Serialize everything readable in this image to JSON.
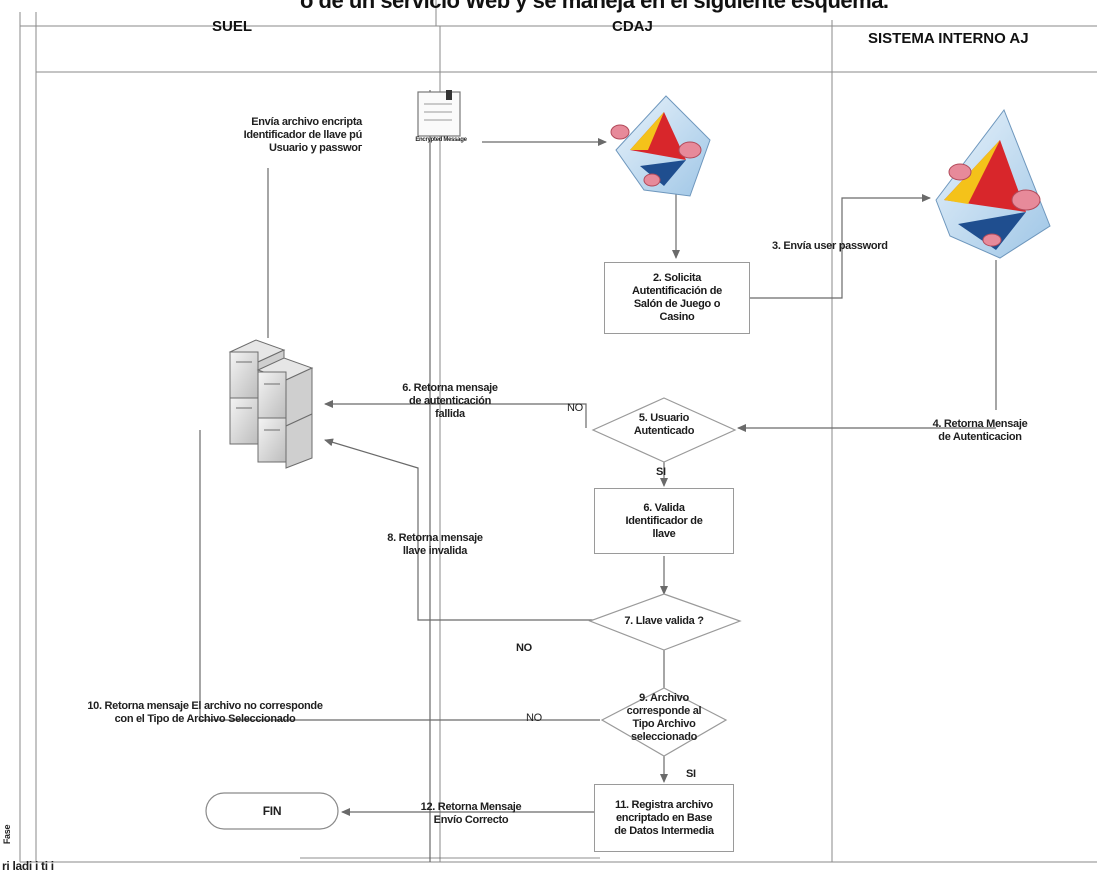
{
  "title": "o de un servicio Web y se maneja en el siguiente esquema.",
  "lanes": {
    "suel": "SUEL",
    "cdaj": "CDAJ",
    "sistema": "SISTEMA INTERNO AJ"
  },
  "side_label": "Fase",
  "bottom_fragment": "ri ladi i ti i",
  "file_icon_caption": "Encrypted Message",
  "labels": {
    "envia_archivo": "Envía archivo encripta\nIdentificador de llave pú\nUsuario y passwoг",
    "envia_user": "3. Envía user password",
    "solicita": "2. Solicita\nAutentificación de\nSalón de Juego o\nCasino",
    "retorna_mensaje_aut": "4. Retorna Mensaje\nde Autenticacion",
    "usuario_aut": "5. Usuario\nAutenticado",
    "retorna_fallida": "6. Retorna mensaje\nde autenticación\nfallida",
    "no1": "NO",
    "si1": "SI",
    "valida": "6. Valida\nIdentificador de\nllave",
    "retorna_llave": "8. Retorna mensaje\nllave invalida",
    "llave_valida": "7. Llave valida ?",
    "no2": "NO",
    "archivo_corresponde": "9. Archivo\ncorresponde al\nTipo Archivo\nseleccionado",
    "no3": "NO",
    "retorna_tipo": "10. Retorna mensaje El archivo no corresponde\ncon el Tipo de Archivo Seleccionado",
    "si2": "SI",
    "registra": "11. Registra archivo\nencriptado en Base\nde Datos Intermedia",
    "retorna_correcto": "12. Retorna Mensaje\nEnvío Correcto",
    "fin": "FIN"
  }
}
